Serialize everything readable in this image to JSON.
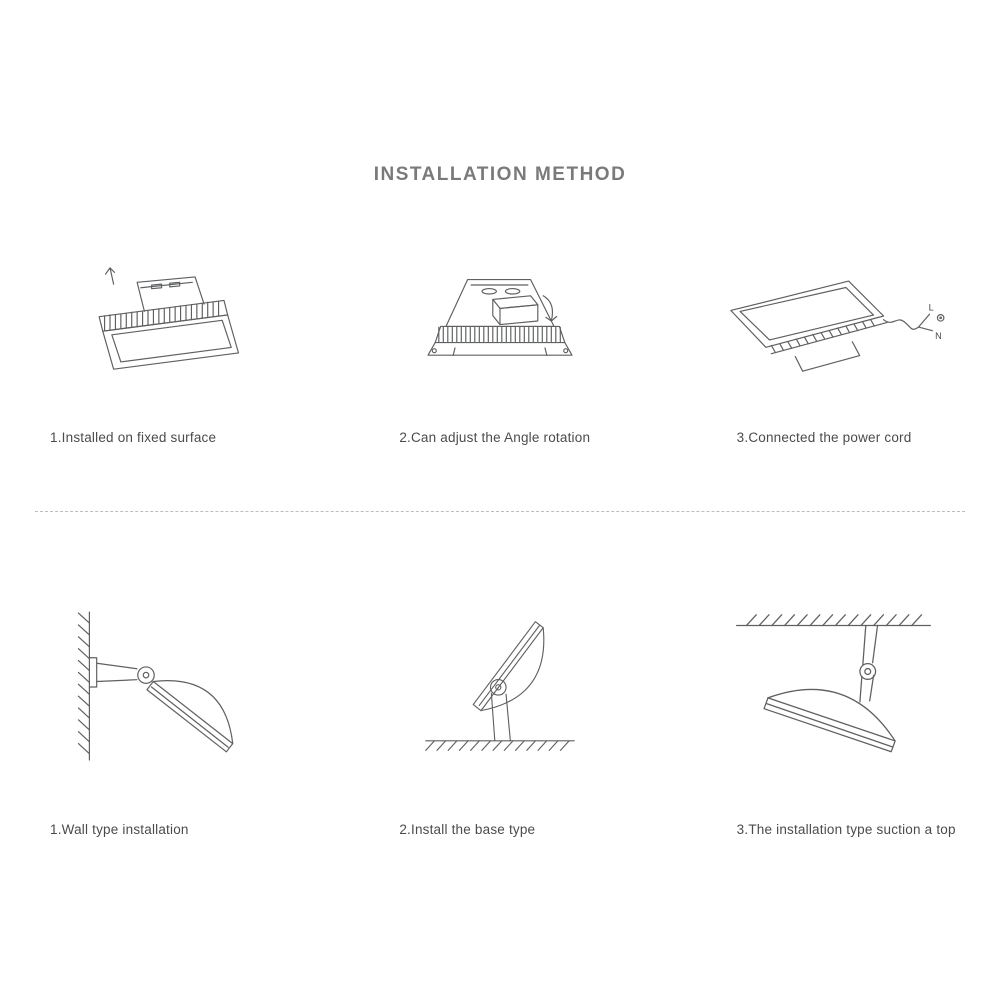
{
  "page": {
    "title": "INSTALLATION METHOD"
  },
  "colors": {
    "background": "#ffffff",
    "line": "#5f6062",
    "title_text": "#7a7a7a",
    "caption_text": "#4b4b4b",
    "divider": "#bdbdbd"
  },
  "top_steps": [
    {
      "icon": "floodlight-fixed-surface-icon",
      "caption": "1.Installed on fixed surface"
    },
    {
      "icon": "floodlight-angle-rotation-icon",
      "caption": "2.Can adjust the Angle rotation"
    },
    {
      "icon": "floodlight-power-cord-icon",
      "caption": "3.Connected the power cord",
      "wire_labels": {
        "live": "L",
        "neutral": "N"
      }
    }
  ],
  "bottom_steps": [
    {
      "icon": "floodlight-wall-mount-icon",
      "caption": "1.Wall type installation"
    },
    {
      "icon": "floodlight-base-mount-icon",
      "caption": "2.Install the base type"
    },
    {
      "icon": "floodlight-ceiling-mount-icon",
      "caption": "3.The installation type suction a top"
    }
  ]
}
